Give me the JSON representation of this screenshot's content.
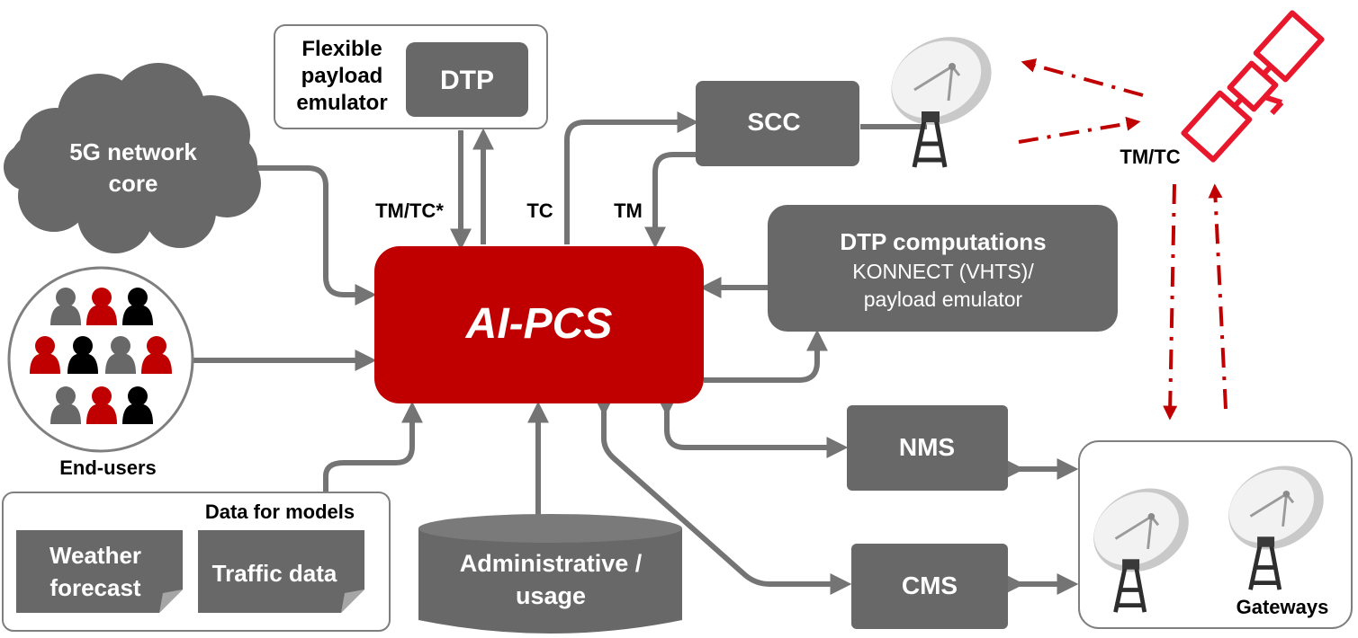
{
  "colors": {
    "box": "#686868",
    "connector": "#747474",
    "core": "#c00000",
    "satellite_link": "#c00000",
    "text_light": "#ffffff",
    "text_dark": "#000000",
    "panel_border": "#7f7f7f"
  },
  "center": {
    "label": "AI-PCS"
  },
  "nodes": {
    "dtp": "DTP",
    "emulator_label": [
      "Flexible",
      "payload",
      "emulator"
    ],
    "scc": "SCC",
    "network_core": [
      "5G network",
      "core"
    ],
    "end_users": "End-users",
    "dtp_computations": {
      "title": "DTP computations",
      "line1": "KONNECT (VHTS)/",
      "line2": "payload emulator"
    },
    "nms": "NMS",
    "cms": "CMS",
    "gateways": "Gateways",
    "admin": [
      "Administrative /",
      "usage"
    ],
    "data_models": {
      "title": "Data for models",
      "weather": [
        "Weather",
        "forecast"
      ],
      "traffic": "Traffic data"
    }
  },
  "edge_labels": {
    "tmtc_star": "TM/TC*",
    "tc": "TC",
    "tm": "TM",
    "tmtc": "TM/TC"
  },
  "icons": {
    "satellite": "satellite-icon",
    "dish": "satellite-dish-icon",
    "users": "user-icon",
    "cloud": "cloud-shape"
  }
}
